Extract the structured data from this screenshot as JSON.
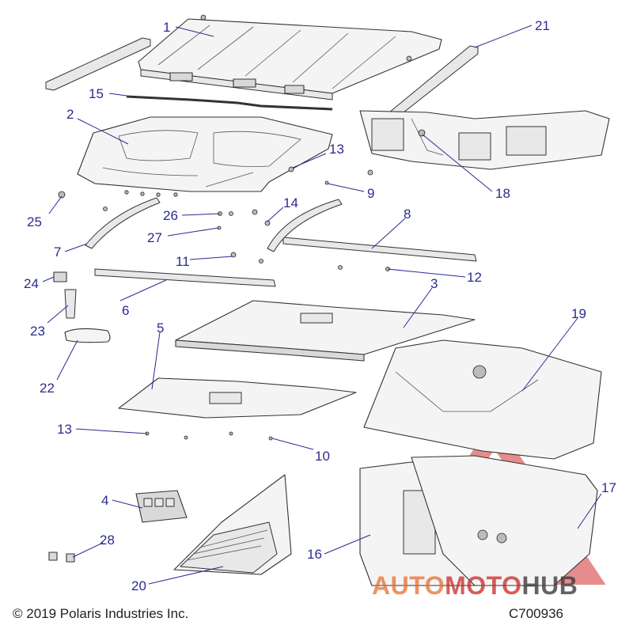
{
  "callouts": [
    {
      "id": "1",
      "label": "1"
    },
    {
      "id": "2",
      "label": "2"
    },
    {
      "id": "3",
      "label": "3"
    },
    {
      "id": "4",
      "label": "4"
    },
    {
      "id": "5",
      "label": "5"
    },
    {
      "id": "6",
      "label": "6"
    },
    {
      "id": "7",
      "label": "7"
    },
    {
      "id": "8",
      "label": "8"
    },
    {
      "id": "9",
      "label": "9"
    },
    {
      "id": "10",
      "label": "10"
    },
    {
      "id": "11",
      "label": "11"
    },
    {
      "id": "12",
      "label": "12"
    },
    {
      "id": "13a",
      "label": "13"
    },
    {
      "id": "13b",
      "label": "13"
    },
    {
      "id": "14",
      "label": "14"
    },
    {
      "id": "15",
      "label": "15"
    },
    {
      "id": "16",
      "label": "16"
    },
    {
      "id": "17",
      "label": "17"
    },
    {
      "id": "18",
      "label": "18"
    },
    {
      "id": "19",
      "label": "19"
    },
    {
      "id": "20",
      "label": "20"
    },
    {
      "id": "21",
      "label": "21"
    },
    {
      "id": "22",
      "label": "22"
    },
    {
      "id": "23",
      "label": "23"
    },
    {
      "id": "24",
      "label": "24"
    },
    {
      "id": "25",
      "label": "25"
    },
    {
      "id": "26",
      "label": "26"
    },
    {
      "id": "27",
      "label": "27"
    },
    {
      "id": "28",
      "label": "28"
    }
  ],
  "footer": {
    "copyright": "© 2019 Polaris Industries Inc.",
    "diagram_code": "C700936"
  },
  "watermark": {
    "part1": "AUTO",
    "part2": "MOTO",
    "part3": "HUB"
  },
  "colors": {
    "callout": "#2b2b8f",
    "watermark_red": "#d03030",
    "watermark_orange": "#e66e32"
  }
}
